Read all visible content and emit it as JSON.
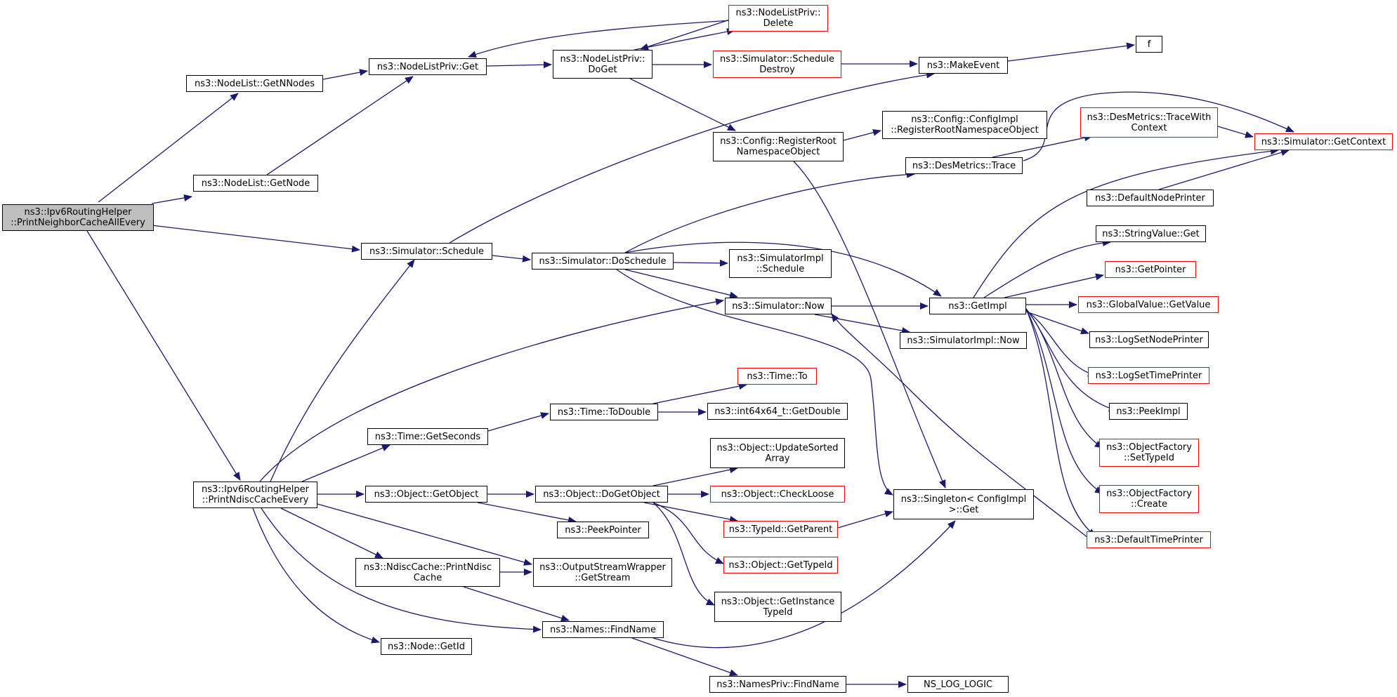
{
  "diagram": {
    "root": "ns3::Ipv6RoutingHelper\n::PrintNeighborCacheAllEvery",
    "edge_color": "#191970",
    "incomplete_node_border": "#ff0000",
    "nodes": {
      "root": "ns3::Ipv6RoutingHelper\n::PrintNeighborCacheAllEvery",
      "getnnodes": "ns3::NodeList::GetNNodes",
      "getnode": "ns3::NodeList::GetNode",
      "schedule": "ns3::Simulator::Schedule",
      "printndisc": "ns3::Ipv6RoutingHelper\n::PrintNdiscCacheEvery",
      "nlp_get": "ns3::NodeListPriv::Get",
      "nlp_doget": "ns3::NodeListPriv::\nDoGet",
      "nlp_delete": "ns3::NodeListPriv::\nDelete",
      "sched_destroy": "ns3::Simulator::Schedule\nDestroy",
      "makeevent": "ns3::MakeEvent",
      "f": "f",
      "cfg_register": "ns3::Config::RegisterRoot\nNamespaceObject",
      "cfgimpl_register": "ns3::Config::ConfigImpl\n::RegisterRootNamespaceObject",
      "desm_trace": "ns3::DesMetrics::Trace",
      "desm_tracewith": "ns3::DesMetrics::TraceWith\nContext",
      "getcontext": "ns3::Simulator::GetContext",
      "doschedule": "ns3::Simulator::DoSchedule",
      "simimpl_schedule": "ns3::SimulatorImpl\n::Schedule",
      "sim_now": "ns3::Simulator::Now",
      "getimpl": "ns3::GetImpl",
      "simimpl_now": "ns3::SimulatorImpl::Now",
      "defnodeprinter": "ns3::DefaultNodePrinter",
      "stringvalue_get": "ns3::StringValue::Get",
      "getpointer": "ns3::GetPointer",
      "globalvalue_getvalue": "ns3::GlobalValue::GetValue",
      "logsetnodeprinter": "ns3::LogSetNodePrinter",
      "logsettimeprinter": "ns3::LogSetTimePrinter",
      "peekimpl": "ns3::PeekImpl",
      "of_settypeid": "ns3::ObjectFactory\n::SetTypeId",
      "of_create": "ns3::ObjectFactory\n::Create",
      "deftimeprinter": "ns3::DefaultTimePrinter",
      "time_to": "ns3::Time::To",
      "time_todouble": "ns3::Time::ToDouble",
      "int64_getdouble": "ns3::int64x64_t::GetDouble",
      "time_getseconds": "ns3::Time::GetSeconds",
      "obj_updatesorted": "ns3::Object::UpdateSorted\nArray",
      "obj_getobject": "ns3::Object::GetObject",
      "obj_dogetobject": "ns3::Object::DoGetObject",
      "obj_checkloose": "ns3::Object::CheckLoose",
      "singleton_get": "ns3::Singleton< ConfigImpl\n>::Get",
      "typeid_getparent": "ns3::TypeId::GetParent",
      "peekpointer": "ns3::PeekPointer",
      "ndisc_print": "ns3::NdiscCache::PrintNdisc\nCache",
      "osw_getstream": "ns3::OutputStreamWrapper\n::GetStream",
      "obj_gettypeid": "ns3::Object::GetTypeId",
      "obj_getinstancetypeid": "ns3::Object::GetInstance\nTypeId",
      "names_findname": "ns3::Names::FindName",
      "node_getid": "ns3::Node::GetId",
      "namespriv_findname": "ns3::NamesPriv::FindName",
      "ns_log_logic": "NS_LOG_LOGIC"
    }
  }
}
